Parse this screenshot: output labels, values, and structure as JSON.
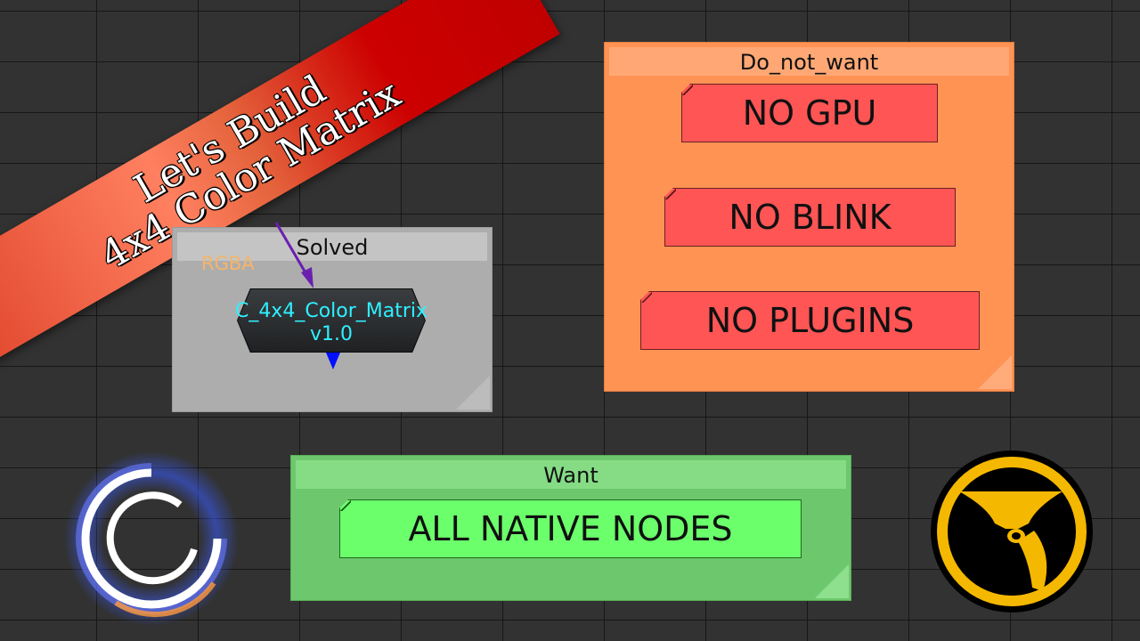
{
  "banner": {
    "line1": "Let's Build",
    "line2": "4x4 Color Matrix"
  },
  "solved_backdrop": {
    "title": "Solved",
    "input_label": "RGBA",
    "node": {
      "name": "C_4x4_Color_Matrix",
      "version": "v1.0"
    }
  },
  "dont_backdrop": {
    "title": "Do_not_want",
    "notes": [
      "NO GPU",
      "NO BLINK",
      "NO PLUGINS"
    ]
  },
  "want_backdrop": {
    "title": "Want",
    "notes": [
      "ALL NATIVE NODES"
    ]
  },
  "colors": {
    "canvas": "#323232",
    "solved_backdrop": "#adadad",
    "dont_backdrop": "#ff9354",
    "want_backdrop": "#6dc86d",
    "red_note": "#ff5555",
    "green_note": "#6bff6b",
    "node_text": "#2ff0ff",
    "rgba_label": "#f6b46a",
    "banner": "#cc0000",
    "nuke_logo": "#f5b800"
  },
  "icons": {
    "left_logo": "glowing-ring-logo-icon",
    "right_logo": "nuke-logo-icon"
  }
}
